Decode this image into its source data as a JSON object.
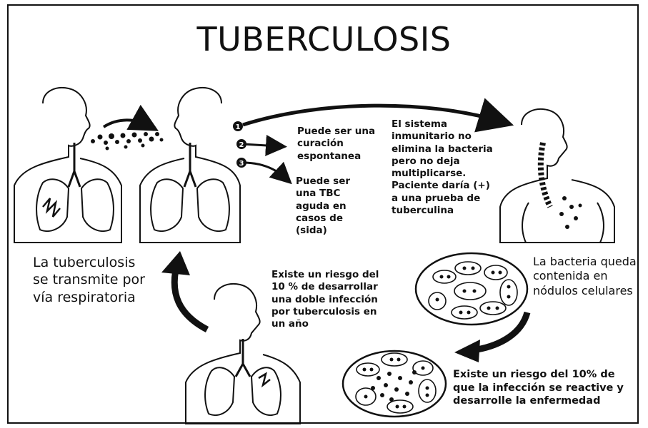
{
  "title": "TUBERCULOSIS",
  "markers": [
    "1",
    "2",
    "3"
  ],
  "labels": {
    "outcome_2": "Puede ser una\ncuración\nespontanea",
    "outcome_3": "Puede ser\nuna TBC\naguda en\ncasos de\n(sida)",
    "outcome_1": "El sistema\ninmunitario no\nelimina la bacteria\npero no deja\nmultiplicarse.\nPaciente daría (+)\na una prueba de\ntuberculina",
    "transmission": "La tuberculosis\nse transmite por\nvía respiratoria",
    "risk_double": "Existe un riesgo del\n10 % de desarrollar\nuna doble infección\npor tuberculosis  en\nun año",
    "contained": "La bacteria queda\ncontenida en\nnódulos celulares",
    "reactivate": "Existe un riesgo del 10% de\nque la infección  se reactive y\ndesarrolle la enfermedad"
  },
  "colors": {
    "ink": "#111111",
    "background": "#ffffff"
  }
}
